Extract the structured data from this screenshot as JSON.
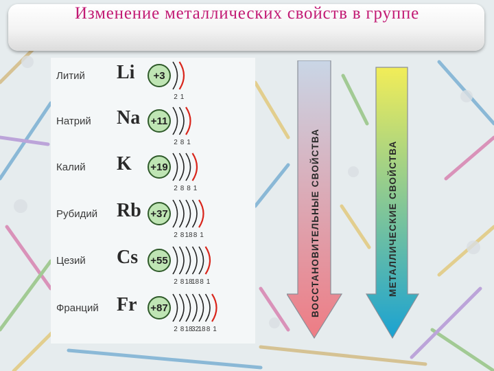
{
  "slide": {
    "title": "Изменение металлических свойств в группе"
  },
  "elements": [
    {
      "name": "Литий",
      "symbol": "Li",
      "charge": "+3",
      "electrons": [
        "2",
        "1"
      ]
    },
    {
      "name": "Натрий",
      "symbol": "Na",
      "charge": "+11",
      "electrons": [
        "2",
        "8",
        "1"
      ]
    },
    {
      "name": "Калий",
      "symbol": "K",
      "charge": "+19",
      "electrons": [
        "2",
        "8",
        "8",
        "1"
      ]
    },
    {
      "name": "Рубидий",
      "symbol": "Rb",
      "charge": "+37",
      "electrons": [
        "2",
        "8",
        "18",
        "8",
        "1"
      ]
    },
    {
      "name": "Цезий",
      "symbol": "Cs",
      "charge": "+55",
      "electrons": [
        "2",
        "8",
        "18",
        "18",
        "8",
        "1"
      ]
    },
    {
      "name": "Франций",
      "symbol": "Fr",
      "charge": "+87",
      "electrons": [
        "2",
        "8",
        "18",
        "32",
        "18",
        "8",
        "1"
      ]
    }
  ],
  "arrows": {
    "reducing_label": "ВОССТАНОВИТЕЛЬНЫЕ СВОЙСТВА",
    "metallic_label": "МЕТАЛЛИЧЕСКИЕ СВОЙСТВА"
  },
  "colors": {
    "title": "#c21a74",
    "outer_shell": "#d9261c",
    "inner_shell": "#222222",
    "nucleus_fill": "#bfe5b4",
    "nucleus_stroke": "#2f5a2a",
    "reducing_arrow_top": "#c9d6e6",
    "reducing_arrow_bottom": "#ee7c84",
    "metallic_arrow_top": "#f2ed58",
    "metallic_arrow_bottom": "#1aa2d2"
  }
}
